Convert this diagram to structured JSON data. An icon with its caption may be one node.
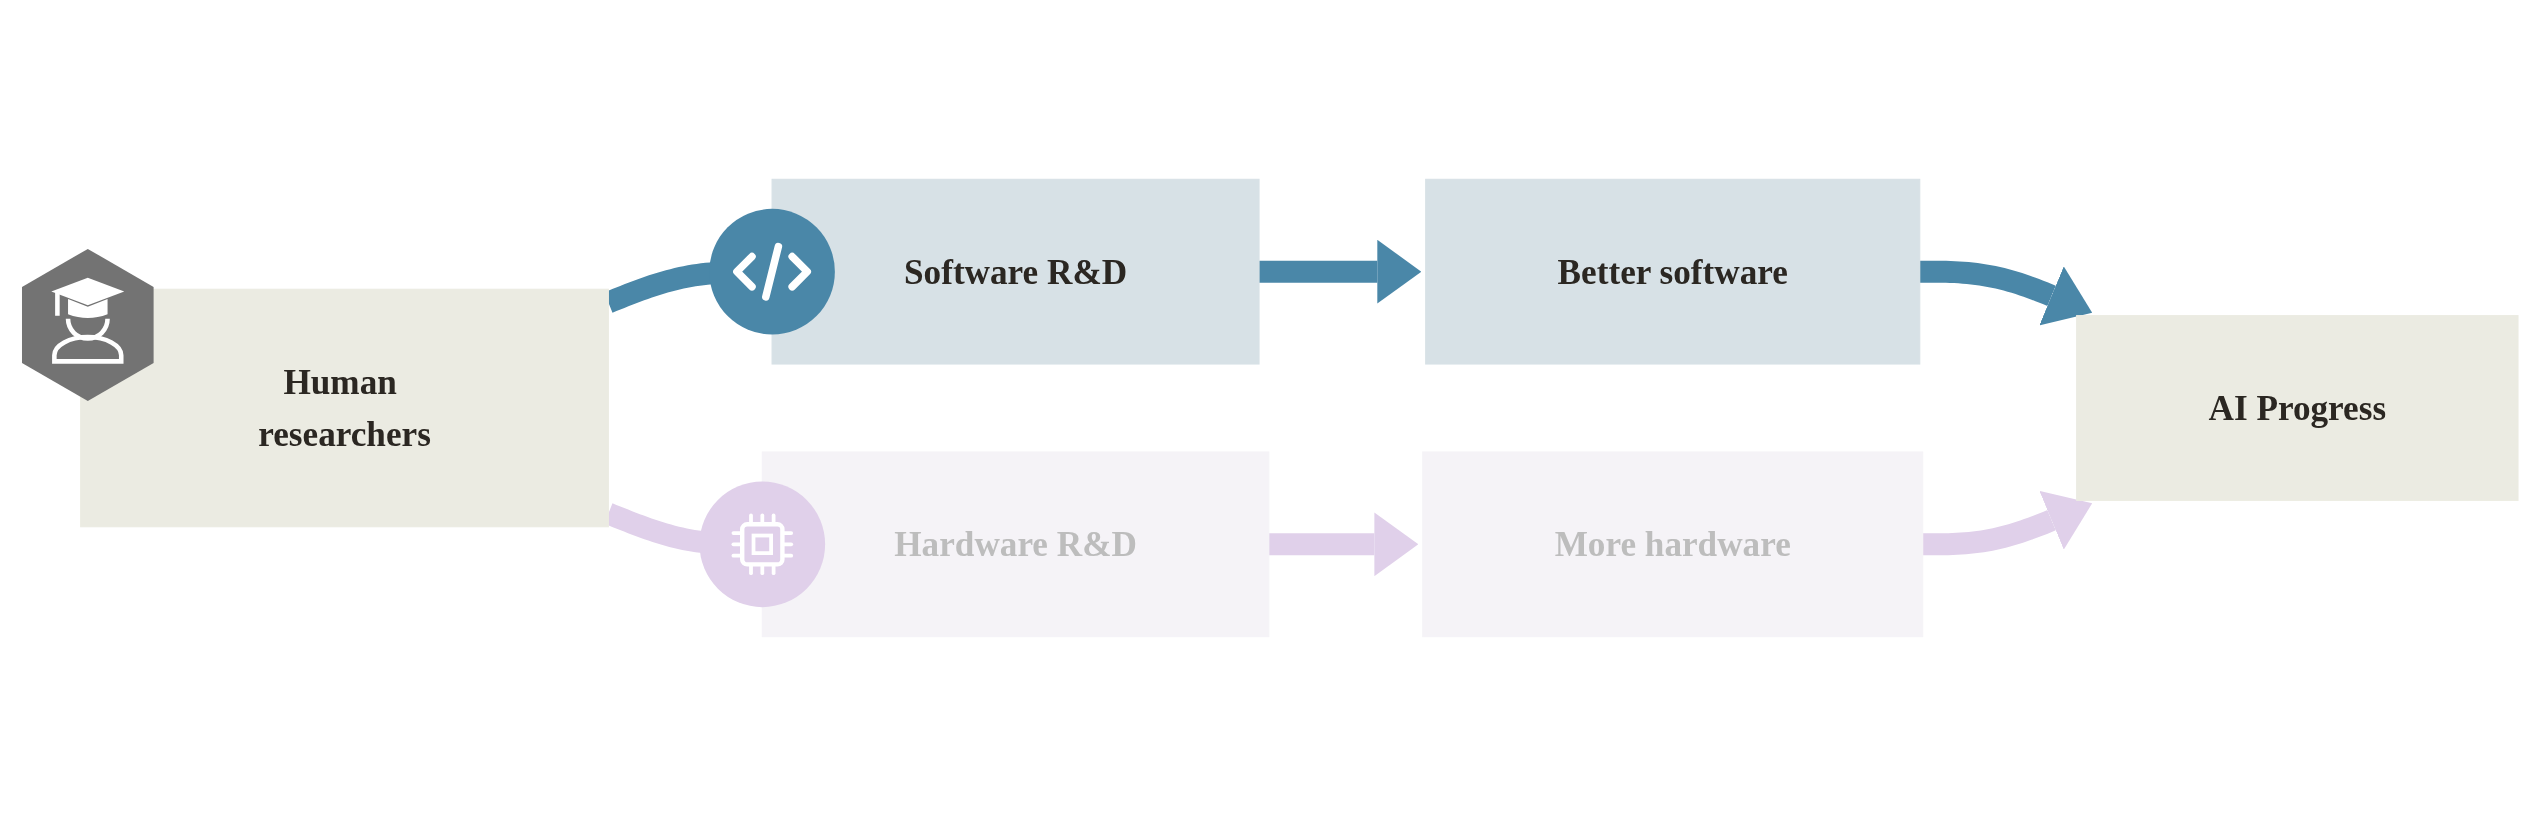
{
  "diagram": {
    "nodes": [
      {
        "text": [
          "Human researchers"
        ]
      },
      {
        "text": [
          "Software R&D"
        ]
      },
      {
        "text": [
          "Better software"
        ]
      },
      {
        "text": [
          "Hardware R&D"
        ]
      },
      {
        "text": [
          "More hardware"
        ]
      },
      {
        "text": [
          "AI Progress"
        ]
      }
    ],
    "edges": [
      {
        "from": 0,
        "to": 1,
        "arrow": "to",
        "color": "#4a87a8"
      },
      {
        "from": 1,
        "to": 2,
        "arrow": "to",
        "color": "#4a87a8"
      },
      {
        "from": 2,
        "to": 5,
        "arrow": "to",
        "color": "#4a87a8"
      },
      {
        "from": 0,
        "to": 3,
        "arrow": "to",
        "color": "#e0d0ea"
      },
      {
        "from": 3,
        "to": 4,
        "arrow": "to",
        "color": "#e0d0ea"
      },
      {
        "from": 4,
        "to": 5,
        "arrow": "to",
        "color": "#e0d0ea"
      }
    ]
  }
}
